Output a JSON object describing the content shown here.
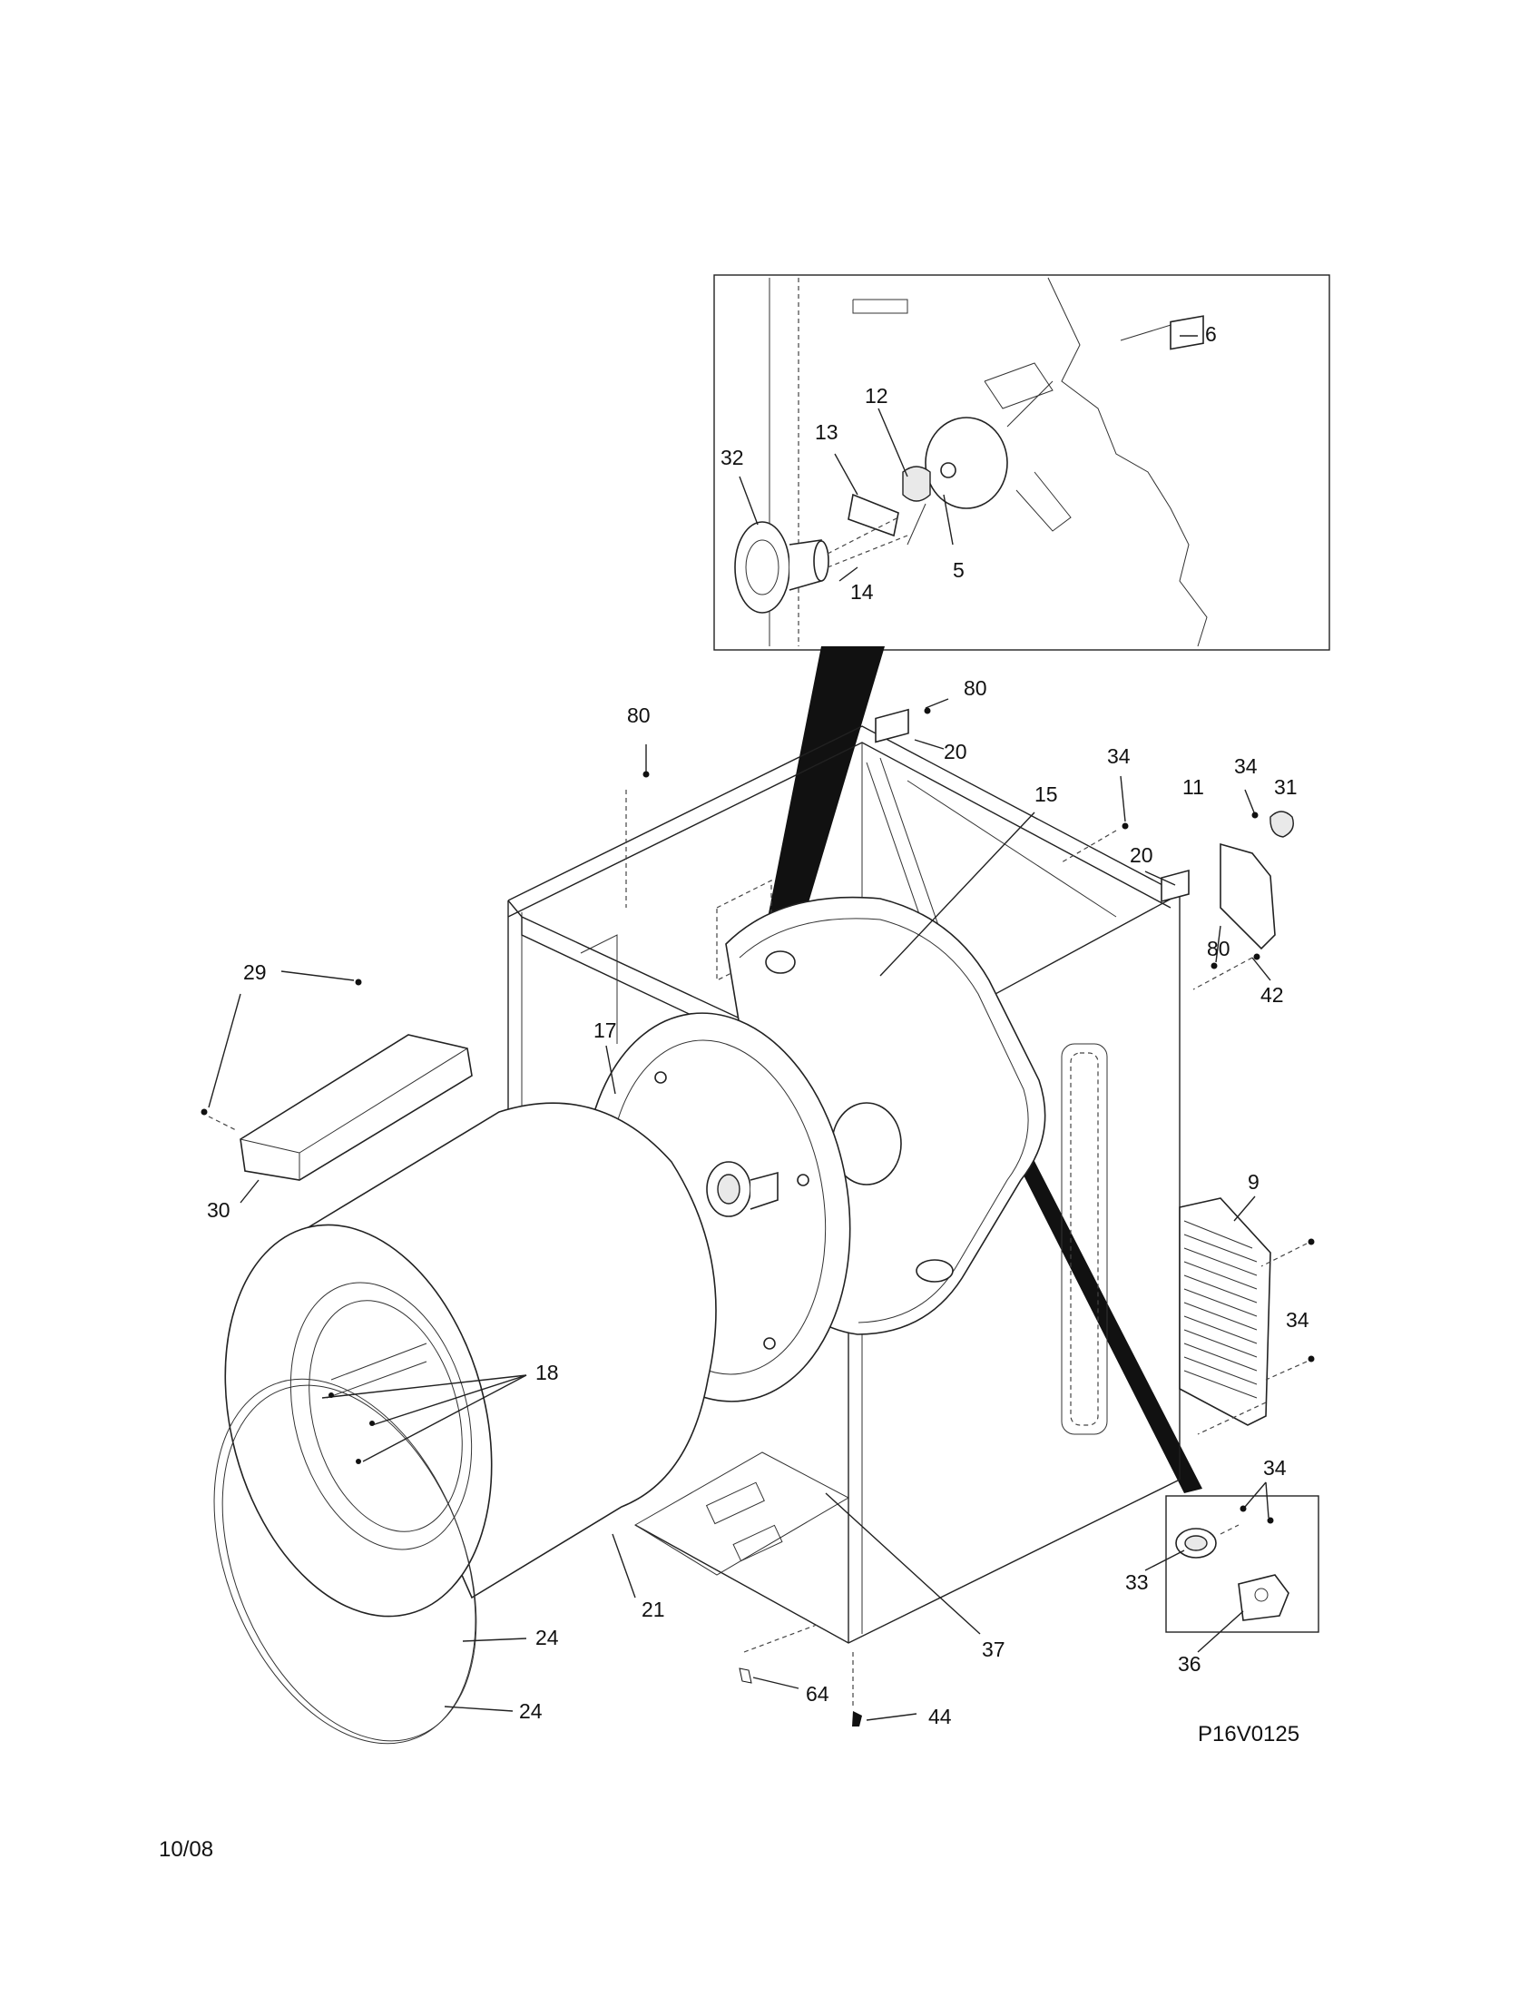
{
  "diagram_code": "P16V0125",
  "date": "10/08",
  "callouts": {
    "c6": "6",
    "c12": "12",
    "c13": "13",
    "c32": "32",
    "c14": "14",
    "c5": "5",
    "c80a": "80",
    "c80b": "80",
    "c80c": "80",
    "c20a": "20",
    "c20b": "20",
    "c15": "15",
    "c34a": "34",
    "c34b": "34",
    "c34c": "34",
    "c34d": "34",
    "c11": "11",
    "c31": "31",
    "c42": "42",
    "c29": "29",
    "c30": "30",
    "c17": "17",
    "c9": "9",
    "c18": "18",
    "c33": "33",
    "c36": "36",
    "c21": "21",
    "c24a": "24",
    "c24b": "24",
    "c37": "37",
    "c64": "64",
    "c44": "44"
  }
}
